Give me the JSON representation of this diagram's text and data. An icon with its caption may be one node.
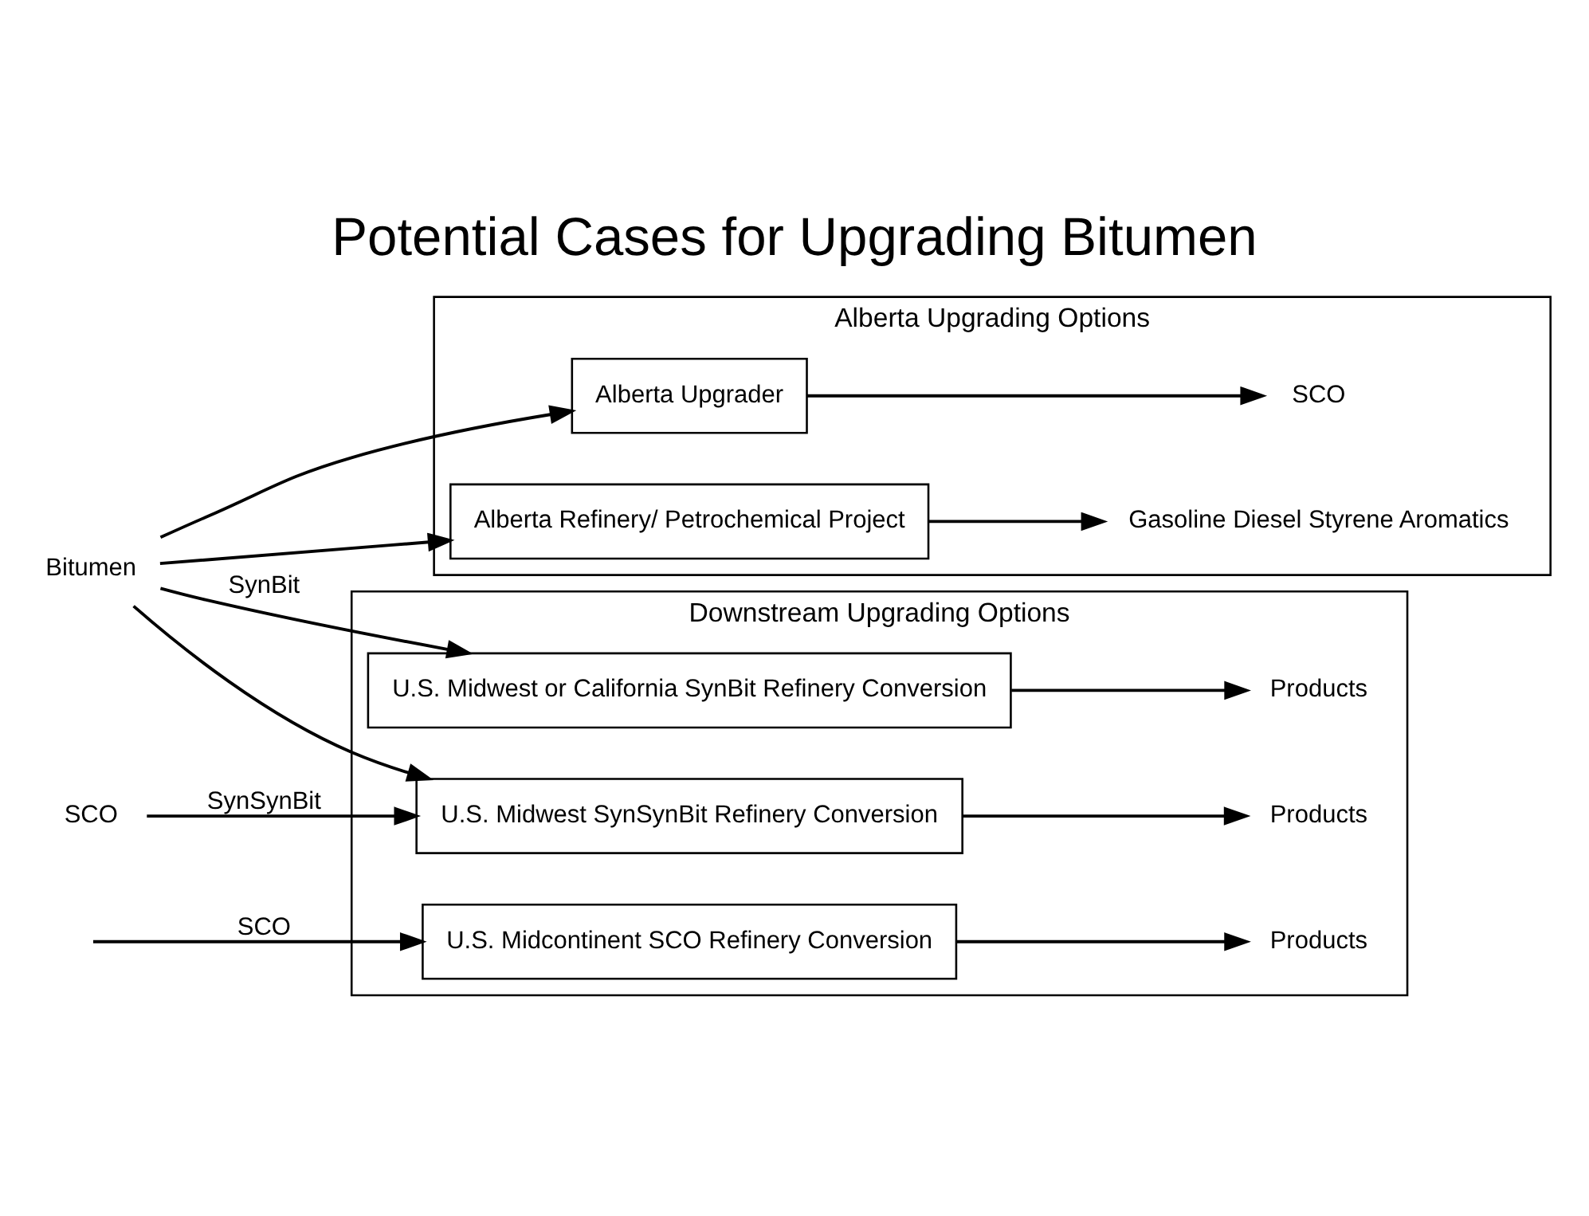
{
  "diagram": {
    "title": "Potential Cases for Upgrading Bitumen",
    "nodes": [
      {
        "text": [
          "Alberta Upgrading Options"
        ]
      },
      {
        "text": [
          "Alberta Upgrader"
        ],
        "in": 0
      },
      {
        "text": [
          "Alberta Refinery/ Petrochemical Project"
        ],
        "in": 0
      },
      {
        "text": [
          "SCO"
        ],
        "in": 0
      },
      {
        "text": [
          "Gasoline Diesel Styrene Aromatics"
        ],
        "in": 0
      },
      {
        "text": [
          "Downstream Upgrading Options"
        ]
      },
      {
        "text": [
          "U.S. Midwest or California SynBit Refinery Conversion"
        ],
        "in": 5
      },
      {
        "text": [
          "U.S. Midwest SynSynBit Refinery Conversion"
        ],
        "in": 5
      },
      {
        "text": [
          "U.S. Midcontinent SCO Refinery Conversion"
        ],
        "in": 5
      },
      {
        "text": [
          "Bitumen"
        ]
      },
      {
        "text": [
          "SCO"
        ]
      },
      {
        "text": [
          "Products"
        ],
        "in": 5
      },
      {
        "text": [
          "Products"
        ],
        "in": 5
      },
      {
        "text": [
          "Products"
        ],
        "in": 5
      }
    ],
    "edges": [
      {
        "from": 9,
        "to": 1,
        "arrow": "to"
      },
      {
        "from": 9,
        "to": 2,
        "arrow": "to"
      },
      {
        "from": 1,
        "to": 3,
        "arrow": "to"
      },
      {
        "from": 2,
        "to": 4,
        "arrow": "to"
      },
      {
        "from": 9,
        "to": 6,
        "arrow": "to",
        "label": "SynBit"
      },
      {
        "from": 9,
        "to": 7,
        "arrow": "to"
      },
      {
        "from": 10,
        "to": 7,
        "arrow": "to",
        "label": "SynSynBit"
      },
      {
        "from": null,
        "to": 8,
        "arrow": "to",
        "label": "SCO"
      },
      {
        "from": 6,
        "to": 11,
        "arrow": "to"
      },
      {
        "from": 7,
        "to": 12,
        "arrow": "to"
      },
      {
        "from": 8,
        "to": 13,
        "arrow": "to"
      }
    ]
  }
}
